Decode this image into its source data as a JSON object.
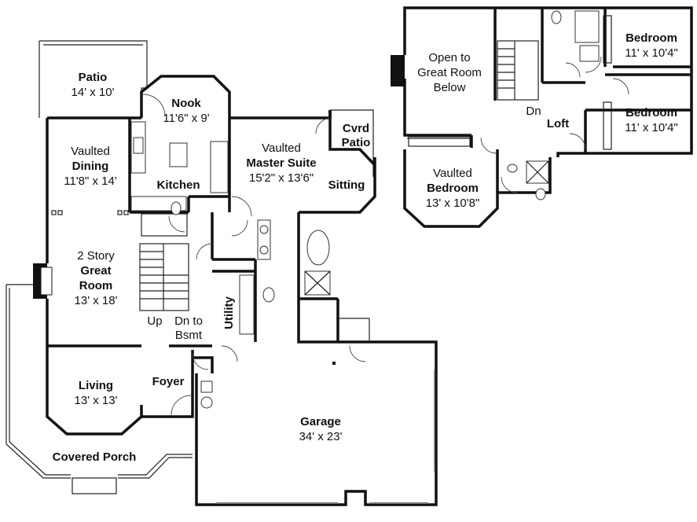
{
  "rooms": {
    "patio": {
      "name": "Patio",
      "size": "14' x 10'"
    },
    "nook": {
      "name": "Nook",
      "size": "11'6\" x 9'"
    },
    "dining": {
      "prefix": "Vaulted",
      "name": "Dining",
      "size": "11'8\" x 14'"
    },
    "kitchen": {
      "name": "Kitchen"
    },
    "master": {
      "prefix": "Vaulted",
      "name": "Master Suite",
      "size": "15'2\" x 13'6\""
    },
    "cvrd_patio": {
      "line1": "Cvrd",
      "line2": "Patio"
    },
    "sitting": {
      "name": "Sitting"
    },
    "great_room": {
      "prefix": "2 Story",
      "name1": "Great",
      "name2": "Room",
      "size": "13' x 18'"
    },
    "stairs": {
      "up": "Up",
      "dn1": "Dn to",
      "dn2": "Bsmt"
    },
    "utility": {
      "name": "Utility"
    },
    "living": {
      "name": "Living",
      "size": "13' x 13'"
    },
    "foyer": {
      "name": "Foyer"
    },
    "covered_porch": {
      "name": "Covered Porch"
    },
    "garage": {
      "name": "Garage",
      "size": "34' x 23'"
    },
    "open_to": {
      "line1": "Open to",
      "line2": "Great Room",
      "line3": "Below"
    },
    "upper_dn": {
      "label": "Dn"
    },
    "loft": {
      "name": "Loft"
    },
    "bedroom1": {
      "name": "Bedroom",
      "size": "11' x 10'4\""
    },
    "bedroom2": {
      "name": "Bedroom",
      "size": "11' x 10'4\""
    },
    "bedroom3": {
      "prefix": "Vaulted",
      "name": "Bedroom",
      "size": "13' x 10'8\""
    }
  }
}
